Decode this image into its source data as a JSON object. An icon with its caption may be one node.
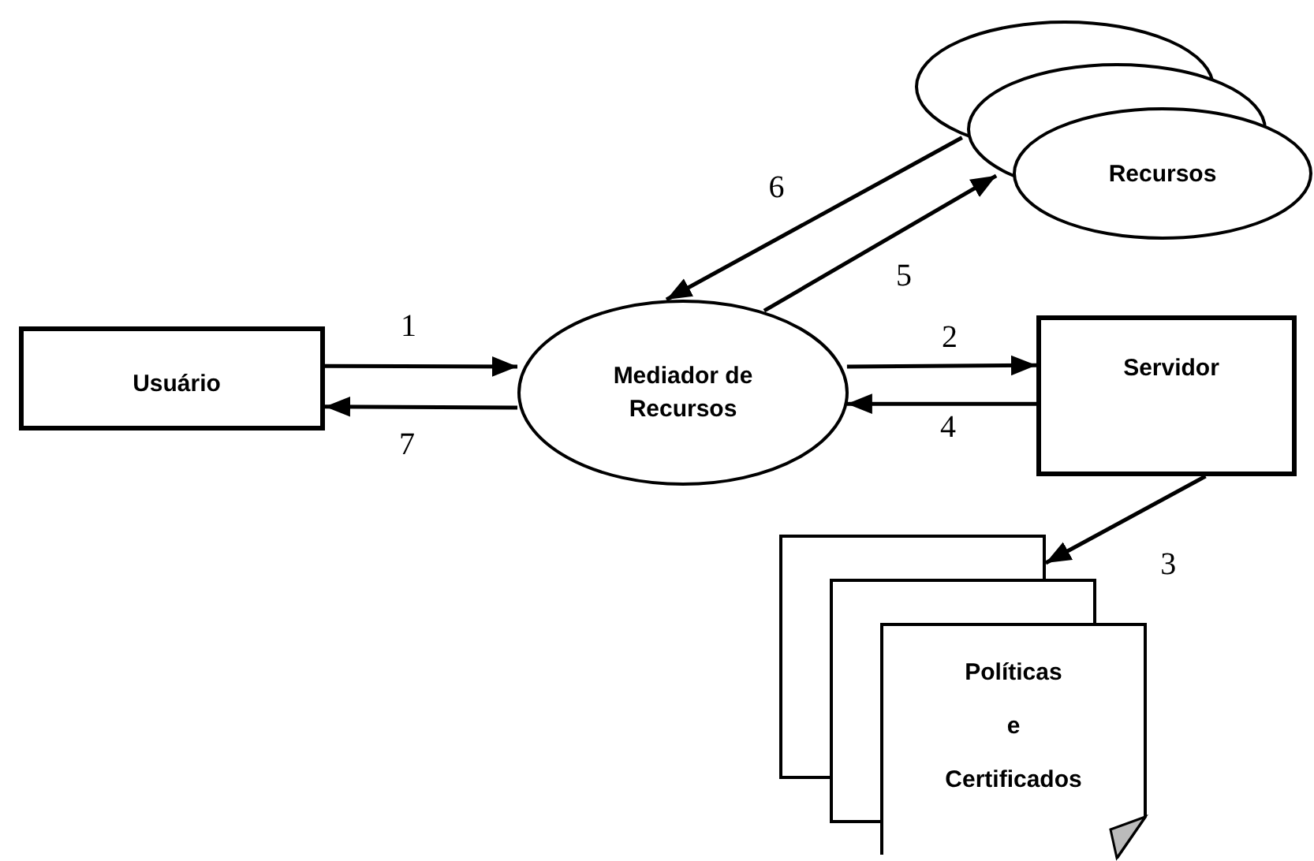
{
  "diagram": {
    "nodes": [
      {
        "text": [
          "Usuário"
        ]
      },
      {
        "text": [
          "Mediador de Recursos"
        ]
      },
      {
        "text": [
          "Servidor"
        ]
      },
      {
        "text": [
          "Recursos"
        ]
      },
      {
        "text": [
          "Políticas e Certificados"
        ]
      }
    ],
    "edges": [
      {
        "from": 0,
        "to": 1,
        "arrow": "to",
        "label": "1"
      },
      {
        "from": 1,
        "to": 0,
        "arrow": "to",
        "label": "7"
      },
      {
        "from": 1,
        "to": 2,
        "arrow": "to",
        "label": "2"
      },
      {
        "from": 2,
        "to": 1,
        "arrow": "to",
        "label": "4"
      },
      {
        "from": 2,
        "to": 4,
        "arrow": "to",
        "label": "3"
      },
      {
        "from": 1,
        "to": 3,
        "arrow": "to",
        "label": "5"
      },
      {
        "from": 3,
        "to": 1,
        "arrow": "to",
        "label": "6"
      }
    ]
  }
}
